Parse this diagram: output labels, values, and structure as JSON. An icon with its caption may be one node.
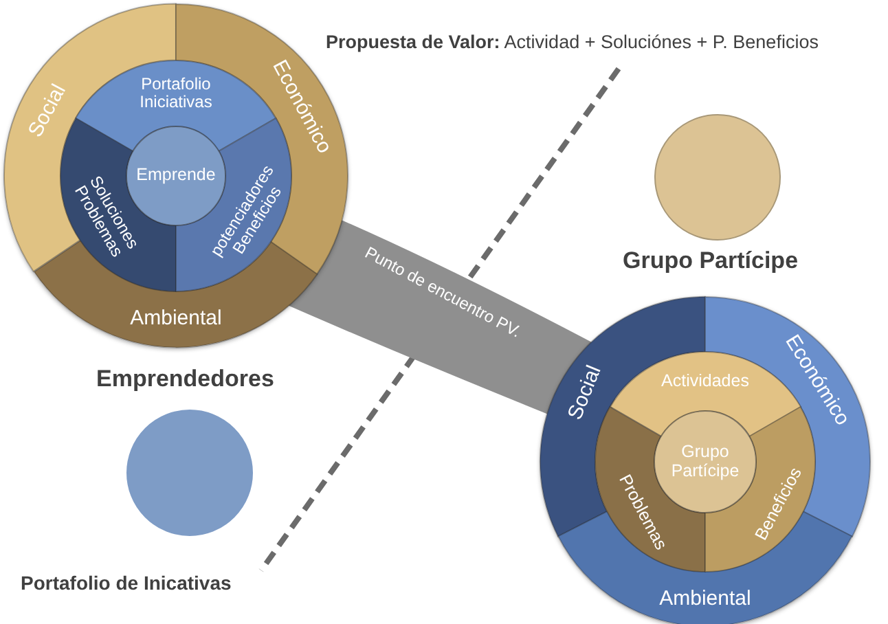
{
  "diagram": {
    "nodes": [
      {
        "text": [],
        "shape": "circle"
      },
      {
        "text": [
          "Social"
        ],
        "in": 0
      },
      {
        "text": [
          "Económico"
        ],
        "in": 0
      },
      {
        "text": [
          "Ambiental"
        ],
        "in": 0
      },
      {
        "text": [
          "Portafolio Iniciativas"
        ],
        "in": 0
      },
      {
        "text": [
          "Soluciones Problemas"
        ],
        "in": 0
      },
      {
        "text": [
          "potenciadores Beneficios"
        ],
        "in": 0
      },
      {
        "text": [
          "Emprende"
        ],
        "in": 0
      },
      {
        "text": [
          "Punto de encuentro PV."
        ]
      },
      {
        "text": [],
        "shape": "circle"
      },
      {
        "text": [],
        "shape": "circle"
      },
      {
        "text": [
          "Social"
        ],
        "in": 10
      },
      {
        "text": [
          "Económico"
        ],
        "in": 10
      },
      {
        "text": [
          "Ambiental"
        ],
        "in": 10
      },
      {
        "text": [
          "Actividades"
        ],
        "in": 10
      },
      {
        "text": [
          "Problemas"
        ],
        "in": 10
      },
      {
        "text": [
          "Beneficios"
        ],
        "in": 10
      },
      {
        "text": [
          "Grupo Partícipe"
        ],
        "in": 10
      },
      {
        "text": [],
        "shape": "circle"
      }
    ],
    "labels": [
      "**Propuesta de Valor:** Actividad + Soluciónes + P. Beneficios",
      "Grupo Partícipe",
      "Emprendedores",
      "Portafolio de Inicativas"
    ]
  }
}
